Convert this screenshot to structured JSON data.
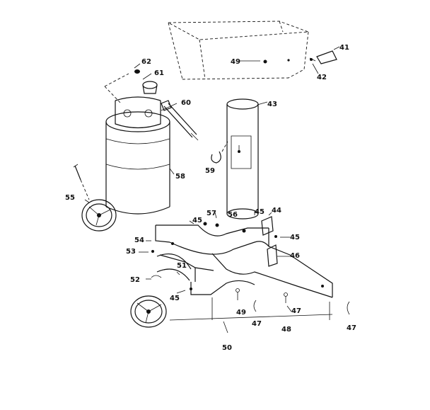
{
  "diagram": {
    "callouts": [
      "41",
      "42",
      "43",
      "44",
      "45",
      "45",
      "45",
      "45",
      "46",
      "47",
      "47",
      "47",
      "48",
      "49",
      "49",
      "50",
      "51",
      "52",
      "53",
      "54",
      "55",
      "56",
      "57",
      "58",
      "59",
      "60",
      "61",
      "62"
    ]
  }
}
